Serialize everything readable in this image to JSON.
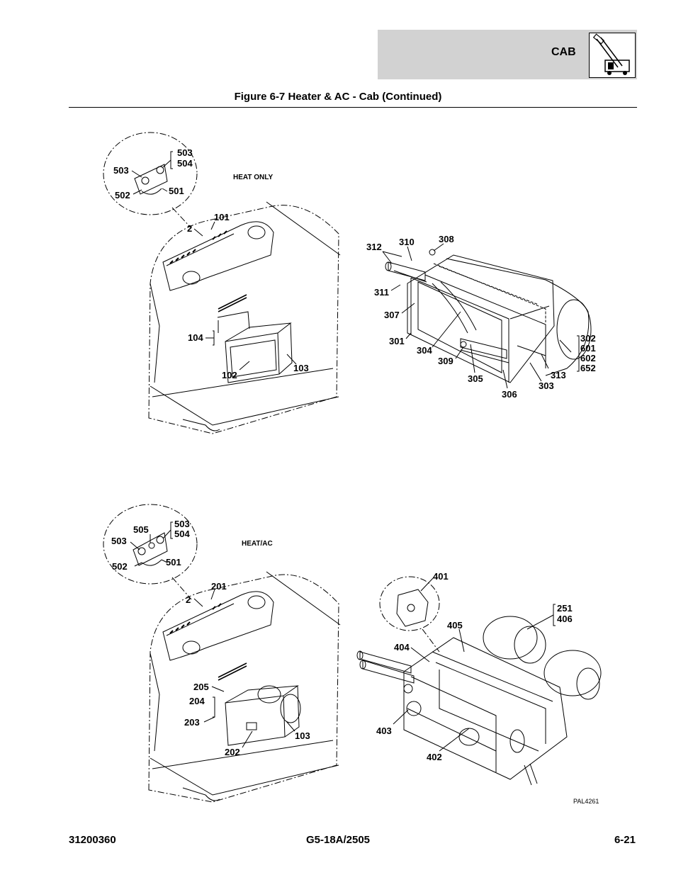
{
  "header": {
    "section": "CAB",
    "icon": "boom-lift-icon"
  },
  "figure": {
    "title": "Figure 6-7 Heater & AC - Cab (Continued)",
    "top_left": {
      "caption": "HEAT ONLY",
      "callouts": [
        "503",
        "504",
        "503",
        "502",
        "501",
        "2",
        "101",
        "104",
        "102",
        "103"
      ]
    },
    "top_right": {
      "callouts": [
        "312",
        "310",
        "308",
        "311",
        "307",
        "301",
        "304",
        "309",
        "305",
        "306",
        "303",
        "313",
        "302",
        "601",
        "602",
        "652"
      ]
    },
    "bottom_left": {
      "caption": "HEAT/AC",
      "callouts": [
        "503",
        "504",
        "505",
        "503",
        "502",
        "501",
        "2",
        "201",
        "205",
        "204",
        "203",
        "202",
        "103"
      ]
    },
    "bottom_right": {
      "callouts": [
        "401",
        "251",
        "406",
        "405",
        "404",
        "403",
        "402"
      ]
    },
    "drawing_id": "PAL4261"
  },
  "footer": {
    "doc_number": "31200360",
    "model": "G5-18A/2505",
    "page": "6-21"
  }
}
